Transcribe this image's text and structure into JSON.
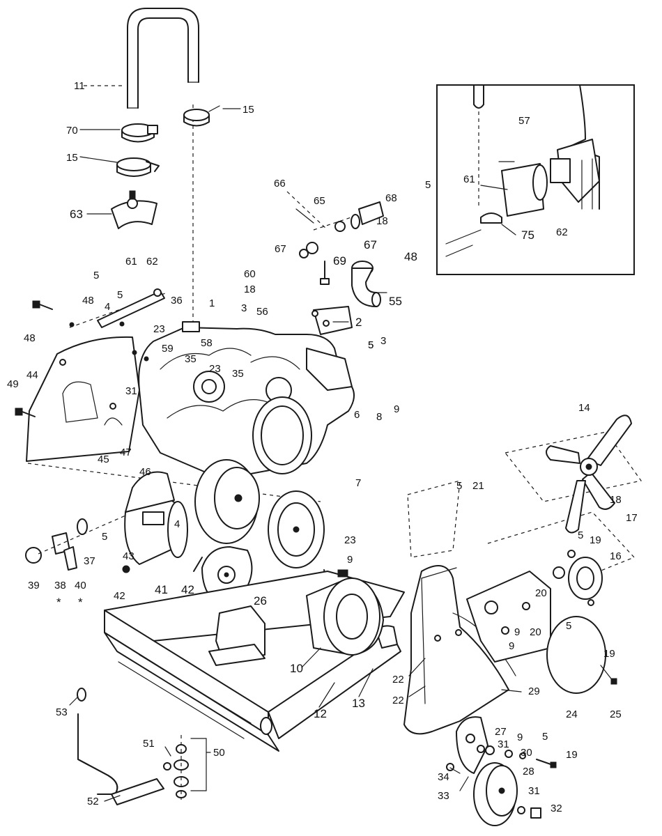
{
  "callouts": [
    {
      "id": "c11",
      "text": "11"
    },
    {
      "id": "c15a",
      "text": "15"
    },
    {
      "id": "c70",
      "text": "70"
    },
    {
      "id": "c15b",
      "text": "15"
    },
    {
      "id": "c63",
      "text": "63"
    },
    {
      "id": "c66",
      "text": "66"
    },
    {
      "id": "c65",
      "text": "65"
    },
    {
      "id": "c68",
      "text": "68"
    },
    {
      "id": "c18a",
      "text": "18"
    },
    {
      "id": "c67a",
      "text": "67"
    },
    {
      "id": "c67b",
      "text": "67"
    },
    {
      "id": "c69",
      "text": "69"
    },
    {
      "id": "c55",
      "text": "55"
    },
    {
      "id": "c60",
      "text": "60"
    },
    {
      "id": "c18b",
      "text": "18"
    },
    {
      "id": "c1",
      "text": "1"
    },
    {
      "id": "c3",
      "text": "3"
    },
    {
      "id": "c56",
      "text": "56"
    },
    {
      "id": "c2",
      "text": "2"
    },
    {
      "id": "c5a",
      "text": "5"
    },
    {
      "id": "c61a",
      "text": "61"
    },
    {
      "id": "c62a",
      "text": "62"
    },
    {
      "id": "c5b",
      "text": "5"
    },
    {
      "id": "c48a",
      "text": "48"
    },
    {
      "id": "c4a",
      "text": "4"
    },
    {
      "id": "c5c",
      "text": "5"
    },
    {
      "id": "c36",
      "text": "36"
    },
    {
      "id": "c23a",
      "text": "23"
    },
    {
      "id": "c58",
      "text": "58"
    },
    {
      "id": "c48b",
      "text": "48"
    },
    {
      "id": "c44",
      "text": "44"
    },
    {
      "id": "c49",
      "text": "49"
    },
    {
      "id": "c59",
      "text": "59"
    },
    {
      "id": "c35a",
      "text": "35"
    },
    {
      "id": "c23b",
      "text": "23"
    },
    {
      "id": "c35b",
      "text": "35"
    },
    {
      "id": "c5d",
      "text": "5"
    },
    {
      "id": "c3b",
      "text": "3"
    },
    {
      "id": "c31a",
      "text": "31"
    },
    {
      "id": "c45",
      "text": "45"
    },
    {
      "id": "c47",
      "text": "47"
    },
    {
      "id": "c46",
      "text": "46"
    },
    {
      "id": "c6",
      "text": "6"
    },
    {
      "id": "c8",
      "text": "8"
    },
    {
      "id": "c9a",
      "text": "9"
    },
    {
      "id": "c7",
      "text": "7"
    },
    {
      "id": "c5e",
      "text": "5"
    },
    {
      "id": "c21",
      "text": "21"
    },
    {
      "id": "c14",
      "text": "14"
    },
    {
      "id": "c18c",
      "text": "18"
    },
    {
      "id": "c17",
      "text": "17"
    },
    {
      "id": "c5f",
      "text": "5"
    },
    {
      "id": "c19a",
      "text": "19"
    },
    {
      "id": "c16",
      "text": "16"
    },
    {
      "id": "c4b",
      "text": "4"
    },
    {
      "id": "c5g",
      "text": "5"
    },
    {
      "id": "c43",
      "text": "43"
    },
    {
      "id": "c42a",
      "text": "42"
    },
    {
      "id": "c41",
      "text": "41"
    },
    {
      "id": "c42b",
      "text": "42"
    },
    {
      "id": "c26",
      "text": "26"
    },
    {
      "id": "c23c",
      "text": "23"
    },
    {
      "id": "c9b",
      "text": "9"
    },
    {
      "id": "c39",
      "text": "39"
    },
    {
      "id": "c38",
      "text": "38"
    },
    {
      "id": "c40",
      "text": "40"
    },
    {
      "id": "c37",
      "text": "37"
    },
    {
      "id": "c20a",
      "text": "20"
    },
    {
      "id": "c9c",
      "text": "9"
    },
    {
      "id": "c20b",
      "text": "20"
    },
    {
      "id": "c9d",
      "text": "9"
    },
    {
      "id": "c5h",
      "text": "5"
    },
    {
      "id": "c19b",
      "text": "19"
    },
    {
      "id": "c10",
      "text": "10"
    },
    {
      "id": "c22a",
      "text": "22"
    },
    {
      "id": "c22b",
      "text": "22"
    },
    {
      "id": "c29",
      "text": "29"
    },
    {
      "id": "c24",
      "text": "24"
    },
    {
      "id": "c25",
      "text": "25"
    },
    {
      "id": "c53",
      "text": "53"
    },
    {
      "id": "c12",
      "text": "12"
    },
    {
      "id": "c13",
      "text": "13"
    },
    {
      "id": "c27",
      "text": "27"
    },
    {
      "id": "c31b",
      "text": "31"
    },
    {
      "id": "c9e",
      "text": "9"
    },
    {
      "id": "c30",
      "text": "30"
    },
    {
      "id": "c5i",
      "text": "5"
    },
    {
      "id": "c19c",
      "text": "19"
    },
    {
      "id": "c51",
      "text": "51"
    },
    {
      "id": "c50",
      "text": "50"
    },
    {
      "id": "c34",
      "text": "34"
    },
    {
      "id": "c33",
      "text": "33"
    },
    {
      "id": "c28",
      "text": "28"
    },
    {
      "id": "c31c",
      "text": "31"
    },
    {
      "id": "c32",
      "text": "32"
    },
    {
      "id": "c52",
      "text": "52"
    },
    {
      "id": "c57",
      "text": "57"
    },
    {
      "id": "c5j",
      "text": "5"
    },
    {
      "id": "c61b",
      "text": "61"
    },
    {
      "id": "c75",
      "text": "75"
    },
    {
      "id": "c62b",
      "text": "62"
    },
    {
      "id": "c48c",
      "text": "48"
    }
  ],
  "asterisks": {
    "a1": "*",
    "a2": "*"
  }
}
